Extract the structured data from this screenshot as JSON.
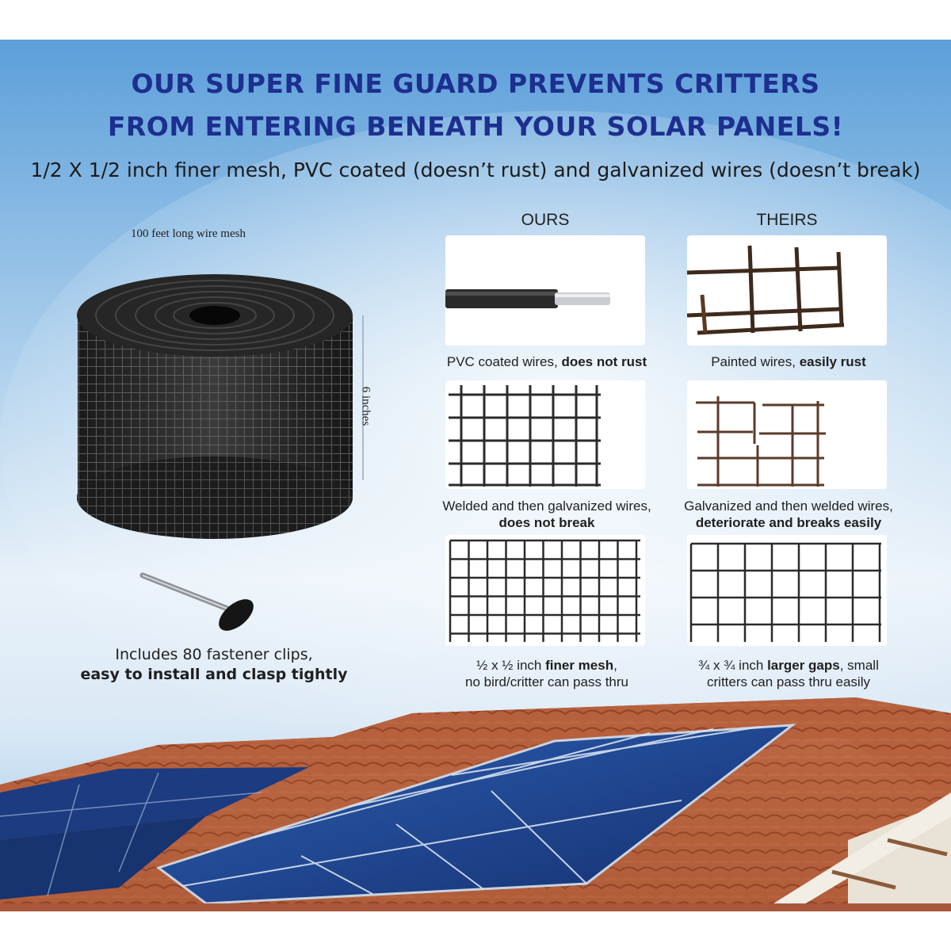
{
  "headline": {
    "line1": "OUR SUPER FINE GUARD PREVENTS CRITTERS",
    "line2": "FROM ENTERING BENEATH YOUR SOLAR PANELS!"
  },
  "subheadline": "1/2 X 1/2 inch finer mesh, PVC coated (doesn’t rust) and galvanized wires (doesn’t break)",
  "product": {
    "length_label": "100 feet long wire mesh",
    "height_label": "6 inches",
    "clips_line1": "Includes 80 fastener clips,",
    "clips_line2": "easy to install and clasp tightly"
  },
  "comparison": {
    "ours_heading": "OURS",
    "theirs_heading": "THEIRS",
    "rows": [
      {
        "ours_plain": "PVC coated wires, ",
        "ours_bold": "does not rust",
        "theirs_plain": "Painted wires, ",
        "theirs_bold": "easily rust"
      },
      {
        "ours_plain": "Welded and then galvanized wires,",
        "ours_bold": "does not break",
        "theirs_plain": "Galvanized and then welded wires,",
        "theirs_bold": "deteriorate and breaks easily"
      },
      {
        "ours_prefix": "½ x ½ inch ",
        "ours_bold": "finer mesh",
        "ours_suffix": ",",
        "ours_line2": "no bird/critter can pass thru",
        "theirs_prefix": "¾ x ¾ inch ",
        "theirs_bold": "larger gaps",
        "theirs_suffix": ", small",
        "theirs_line2": "critters can pass thru easily"
      }
    ]
  },
  "colors": {
    "headline": "#1d2f8f",
    "sky_top": "#6aa9dd",
    "sky_bottom": "#f4f8fc",
    "roof_tile": "#b05a38",
    "solar_panel": "#1b3f8a"
  },
  "icons": [
    "wire-mesh-roll-image",
    "fastener-clip-icon",
    "pvc-wire-icon",
    "painted-wire-icon",
    "welded-mesh-icon",
    "broken-mesh-icon",
    "fine-mesh-icon",
    "coarse-mesh-icon",
    "solar-roof-illustration"
  ]
}
